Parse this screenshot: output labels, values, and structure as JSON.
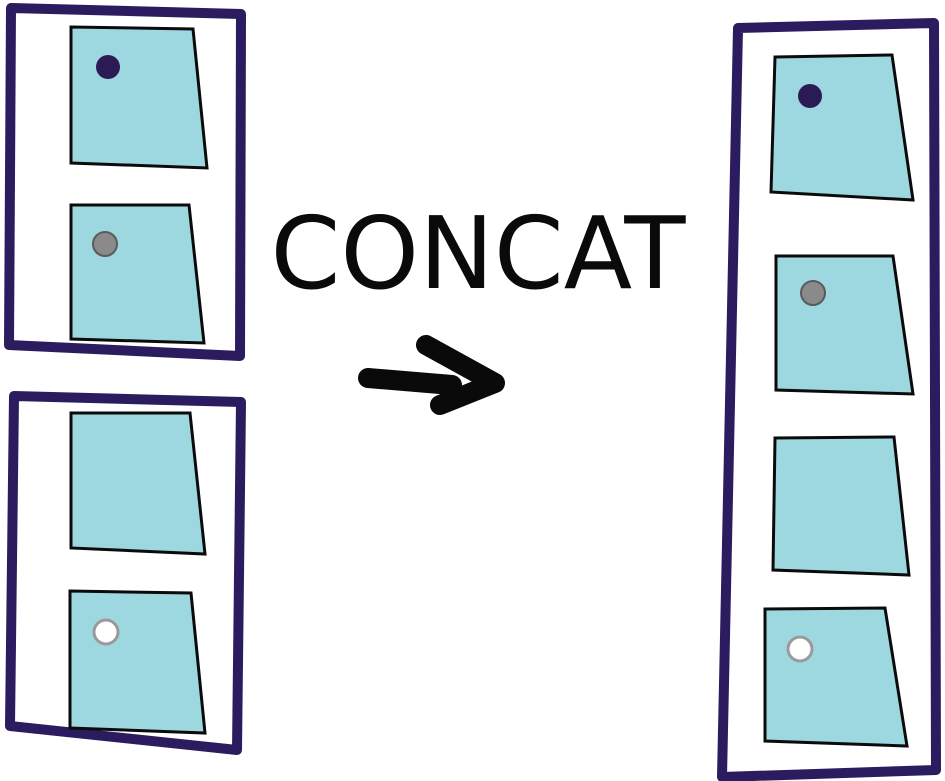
{
  "title": "CONCAT",
  "colors": {
    "frame": "#2a1c5e",
    "card_fill": "#9dd8e0",
    "card_stroke": "#0b0b0b",
    "arrow": "#0a0a0a",
    "text": "#0a0a0a",
    "dot_dark": "#2c1a55",
    "dot_gray": "#8a8a8a",
    "dot_white": "#ffffff"
  },
  "inputs": [
    {
      "name": "input-batch-1",
      "items": [
        {
          "dot": "dot_dark"
        },
        {
          "dot": "dot_gray"
        }
      ]
    },
    {
      "name": "input-batch-2",
      "items": [
        {
          "dot": null
        },
        {
          "dot": "dot_white"
        }
      ]
    }
  ],
  "output": {
    "name": "output-batch",
    "items": [
      {
        "dot": "dot_dark"
      },
      {
        "dot": "dot_gray"
      },
      {
        "dot": null
      },
      {
        "dot": "dot_white"
      }
    ]
  },
  "arrow_icon": "right-arrow-icon"
}
